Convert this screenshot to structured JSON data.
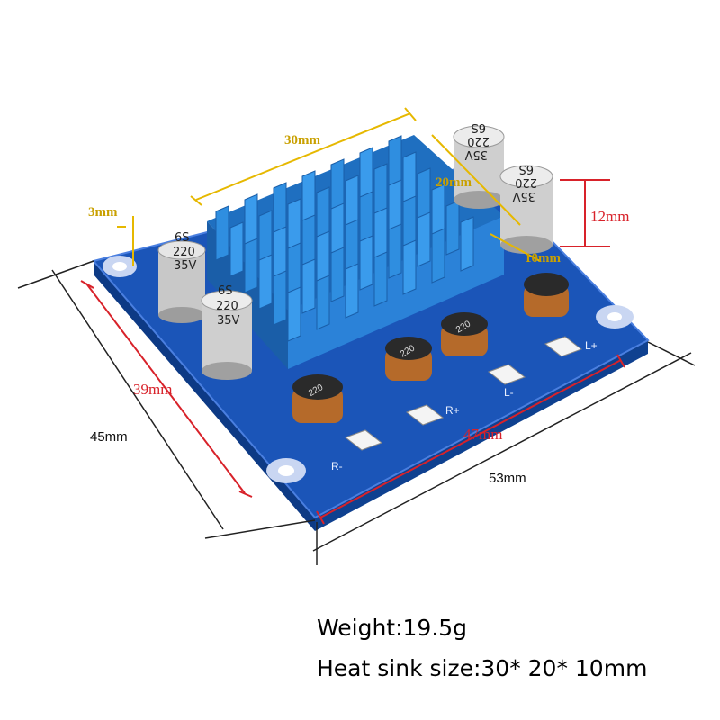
{
  "dimensions": {
    "heatsink_length": "30mm",
    "heatsink_width": "20mm",
    "heatsink_height": "10mm",
    "hole_offset": "3mm",
    "capacitor_height": "12mm",
    "hole_span_y": "39mm",
    "hole_span_x": "47mm",
    "board_depth": "45mm",
    "board_width": "53mm"
  },
  "capacitor_label": {
    "line1": "6S",
    "line2": "220",
    "line3": "35V"
  },
  "inductor_label": "220",
  "terminals": {
    "r_minus": "R-",
    "r_plus": "R+",
    "l_minus": "L-",
    "l_plus": "L+"
  },
  "specs": {
    "weight": "Weight:19.5g",
    "heatsink": "Heat sink size:30* 20* 10mm"
  },
  "colors": {
    "pcb": "#1b55b8",
    "heatsink": "#2f8ee0",
    "dim_red": "#d8222a",
    "dim_gold": "#e6b800"
  }
}
